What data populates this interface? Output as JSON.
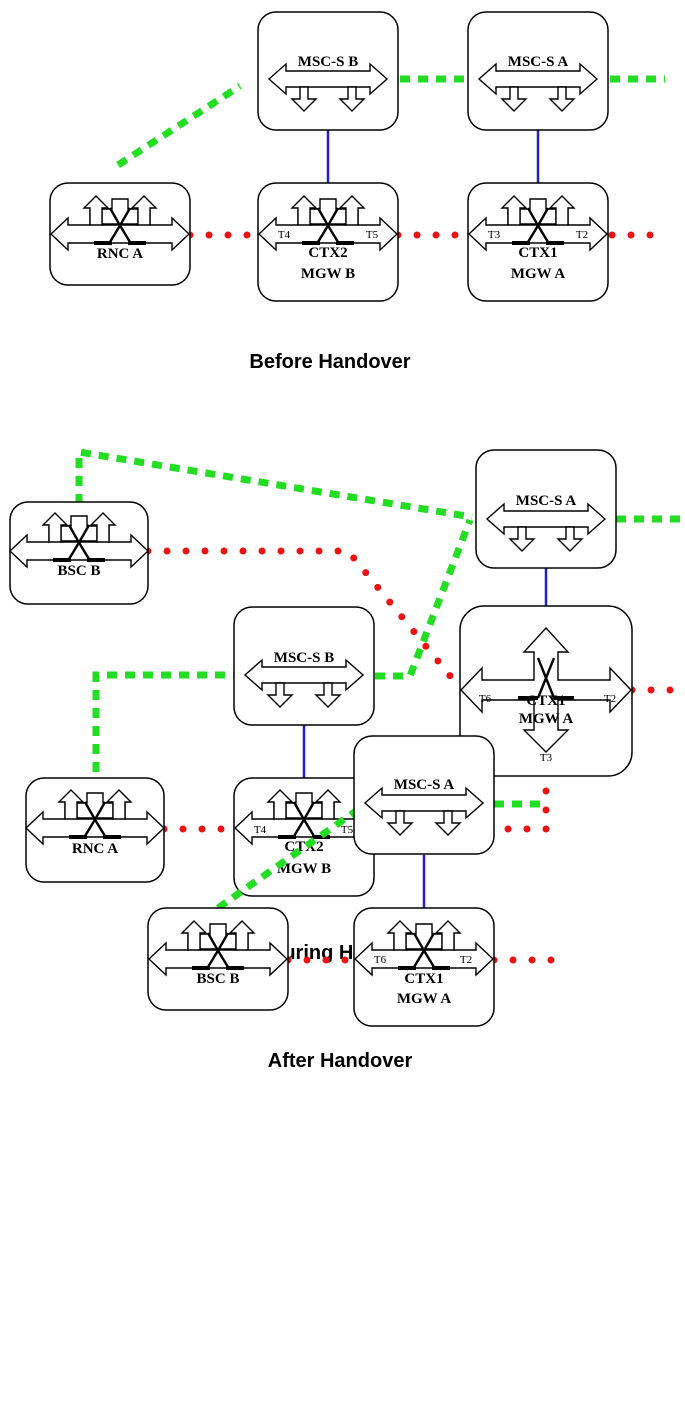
{
  "captions": {
    "before": "Before Handover",
    "during": "During Handover",
    "after": "After Handover"
  },
  "labels": {
    "msc_s_a": "MSC-S A",
    "msc_s_b": "MSC-S B",
    "rnc_a": "RNC A",
    "bsc_b": "BSC B",
    "ctx1": "CTX1",
    "ctx2": "CTX2",
    "mgw_a": "MGW A",
    "mgw_b": "MGW B",
    "t2": "T2",
    "t3": "T3",
    "t4": "T4",
    "t5": "T5",
    "t6": "T6"
  },
  "colors": {
    "signalling": "#22dd22",
    "media": "#ee1111",
    "control_link": "#1f1fcc"
  }
}
